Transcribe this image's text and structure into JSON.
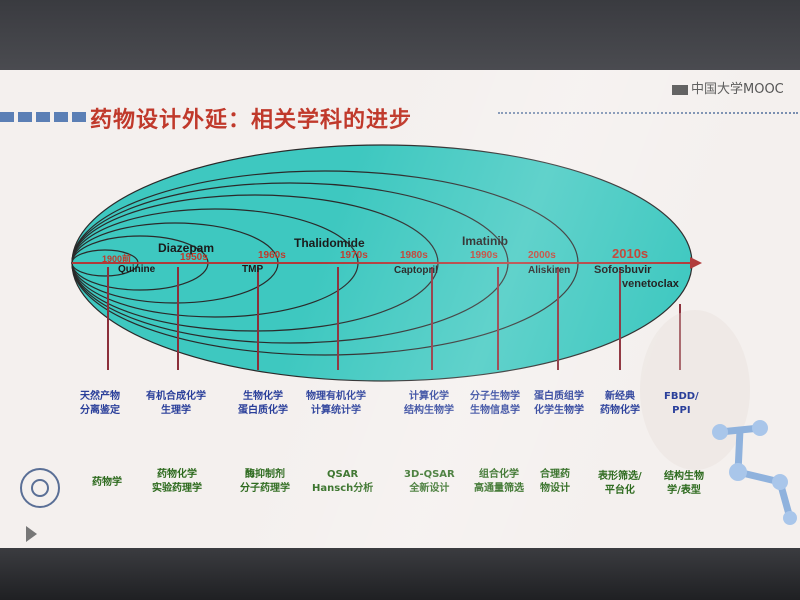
{
  "slide": {
    "title": "药物设计外延：相关学科的进步",
    "watermark": "中国大学MOOC"
  },
  "years": [
    "1900前",
    "1950s",
    "1960s",
    "1970s",
    "1980s",
    "1990s",
    "2000s",
    "2010s"
  ],
  "drugs": [
    "Quinine",
    "Diazepam",
    "TMP",
    "Thalidomide",
    "Captopril",
    "Imatinib",
    "Aliskiren",
    "Sofosbuvir",
    "venetoclax"
  ],
  "disciplines": [
    {
      "line1": "天然产物",
      "line2": "分离鉴定"
    },
    {
      "line1": "有机合成化学",
      "line2": "生理学"
    },
    {
      "line1": "生物化学",
      "line2": "蛋白质化学"
    },
    {
      "line1": "物理有机化学",
      "line2": "计算统计学"
    },
    {
      "line1": "计算化学",
      "line2": "结构生物学"
    },
    {
      "line1": "分子生物学",
      "line2": "生物信息学"
    },
    {
      "line1": "蛋白质组学",
      "line2": "化学生物学"
    },
    {
      "line1": "新经典",
      "line2": "药物化学"
    },
    {
      "line1": "FBDD/",
      "line2": "PPI"
    }
  ],
  "applications": [
    {
      "line1": "药物学",
      "line2": ""
    },
    {
      "line1": "药物化学",
      "line2": "实验药理学"
    },
    {
      "line1": "酶抑制剂",
      "line2": "分子药理学"
    },
    {
      "line1": "QSAR",
      "line2": "Hansch分析"
    },
    {
      "line1": "3D-QSAR",
      "line2": "全新设计"
    },
    {
      "line1": "组合化学",
      "line2": "高通量筛选"
    },
    {
      "line1": "合理药",
      "line2": "物设计"
    },
    {
      "line1": "表形筛选/",
      "line2": "平台化"
    },
    {
      "line1": "结构生物",
      "line2": "学/表型"
    }
  ],
  "colors": {
    "ellipse_fill": "#3ec8c0",
    "ellipse_stroke": "#2a2a2a",
    "axis": "#b03a3a",
    "year_text": "#c0392b",
    "discipline_text": "#2a3f9a",
    "application_text": "#2d6a1e",
    "title": "#c0392b"
  }
}
